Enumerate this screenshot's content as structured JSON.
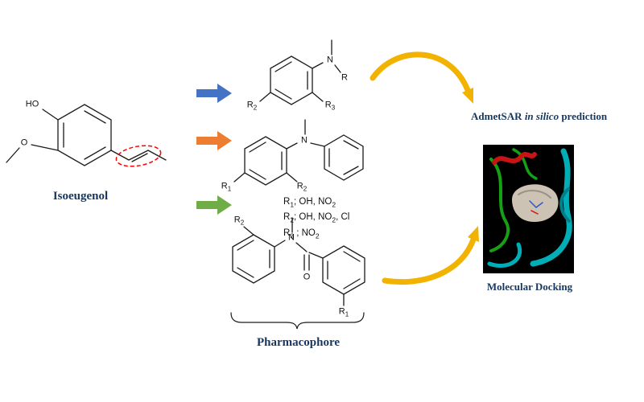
{
  "figure": {
    "captions": {
      "isoeugenol": "Isoeugenol",
      "pharmacophore": "Pharmacophore",
      "admetsar_prefix": "AdmetSAR",
      "admetsar_italic": "in silico",
      "admetsar_suffix": "prediction",
      "molecular_docking": "Molecular Docking"
    },
    "r_definitions": [
      "R1; OH, NO2",
      "R2; OH, NO2, Cl",
      "R3 ; NO2"
    ],
    "atom_labels": {
      "isoeugenol": {
        "hydroxyl": "HO",
        "methoxy_oxygen": "O"
      },
      "scaffold_top": {
        "nitrogen": "N",
        "r_group": "R",
        "r2": "R2",
        "r3": "R3"
      },
      "scaffold_middle": {
        "nitrogen": "N",
        "r1": "R1",
        "r2": "R2"
      },
      "scaffold_bottom": {
        "nitrogen": "N",
        "carbonyl_oxygen": "O",
        "r1": "R1",
        "r2": "R2"
      }
    },
    "colors": {
      "arrow_blue": "#4472C4",
      "arrow_orange": "#ED7D31",
      "arrow_green": "#70AD47",
      "arrow_gold": "#F2B200",
      "caption_navy": "#17375E",
      "highlight_red": "#FF0000",
      "bond_black": "#1a1a1a"
    }
  }
}
